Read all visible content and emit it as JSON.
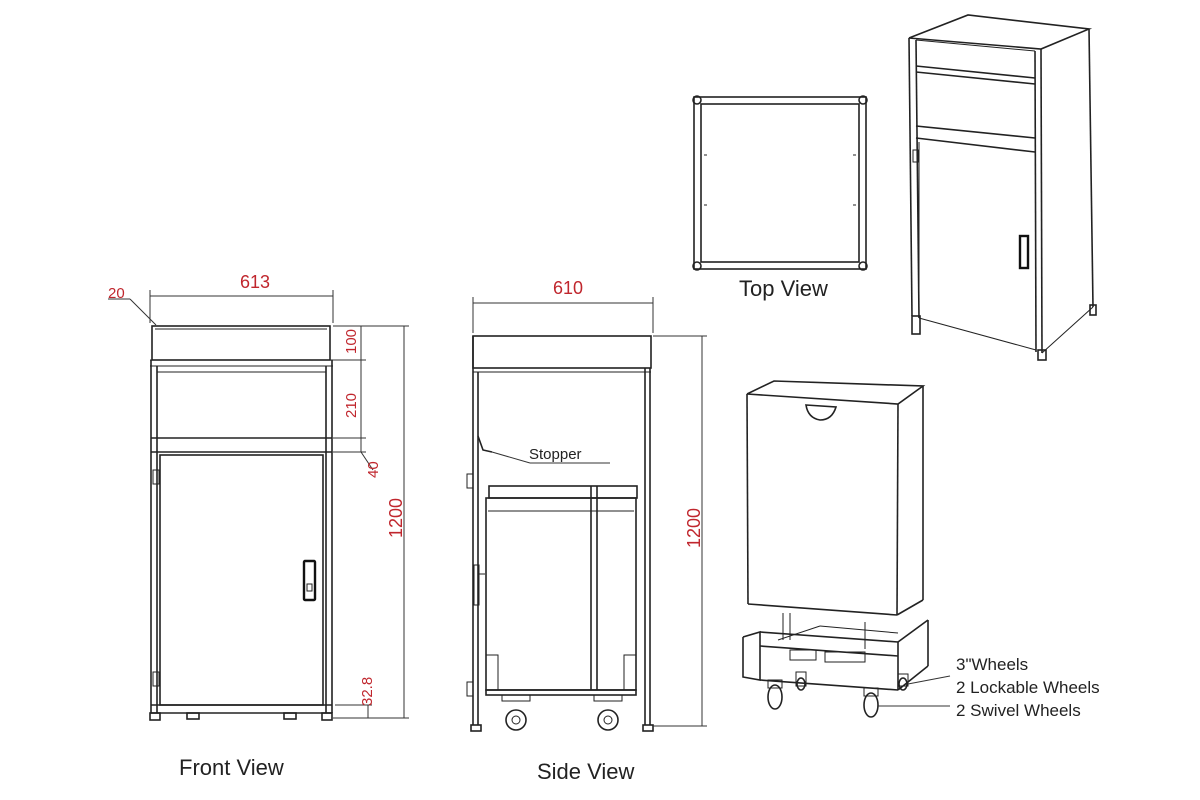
{
  "views": {
    "front": "Front View",
    "side": "Side View",
    "top": "Top View"
  },
  "dimensions": {
    "front_width": "613",
    "front_rim": "20",
    "front_top_band": "100",
    "front_drawer": "210",
    "front_rail": "40",
    "front_height": "1200",
    "front_base": "32.8",
    "side_width": "610",
    "side_height": "1200"
  },
  "callouts": {
    "stopper": "Stopper",
    "wheels_size": "3\"Wheels",
    "wheels_lockable": "2 Lockable Wheels",
    "wheels_swivel": "2 Swivel Wheels"
  },
  "colors": {
    "dimension_text": "#c0262d",
    "line": "#222222"
  }
}
